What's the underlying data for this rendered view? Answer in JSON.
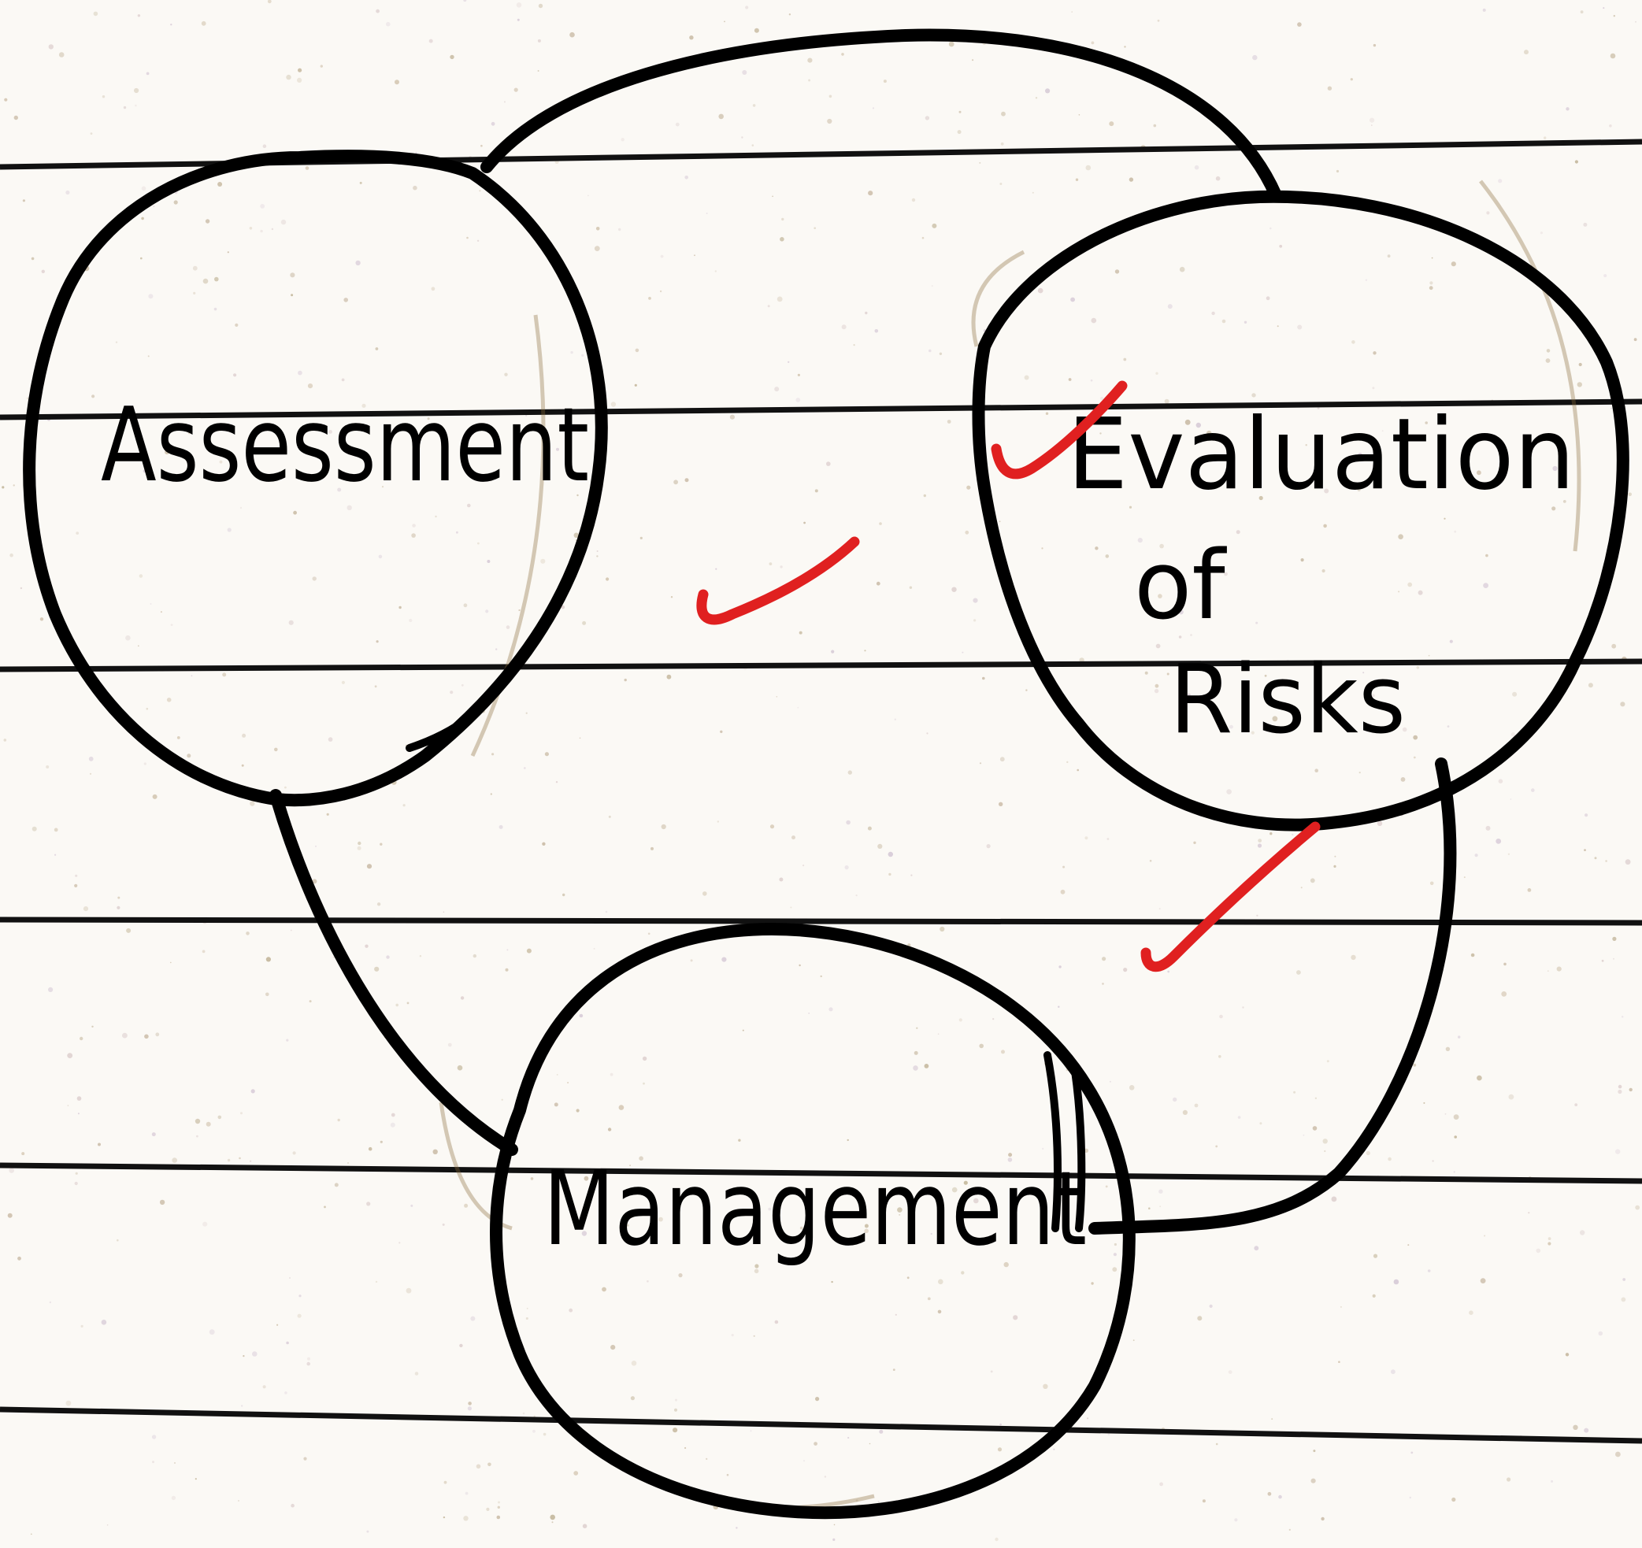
{
  "nodes": {
    "assessment": "Assessment",
    "evaluation_line1": "Evaluation",
    "evaluation_line2": "of",
    "evaluation_line3": "Risks",
    "management": "Management"
  },
  "colors": {
    "paper": "#fbf9f5",
    "ink": "#000000",
    "rule_lines": "#111111",
    "check_marks": "#e02020"
  },
  "marks": {
    "check_mark_count": 3
  }
}
